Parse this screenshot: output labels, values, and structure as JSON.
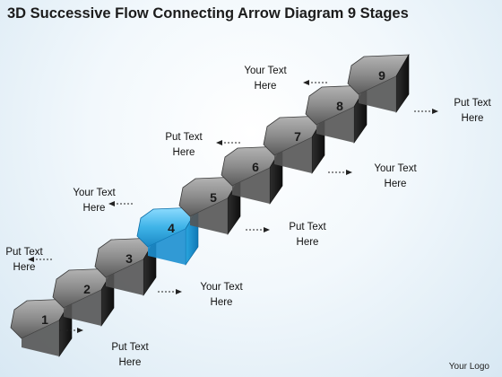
{
  "title": "3D Successive Flow Connecting Arrow Diagram 9 Stages",
  "logo": "Your Logo",
  "colors": {
    "stage_gray": "#8c8c8c",
    "highlight": "#3fb4e8",
    "arrow_line": "#222222"
  },
  "highlighted_stage": 4,
  "stages": [
    {
      "number": "1",
      "label_line1": "Put Text",
      "label_line2": "Here"
    },
    {
      "number": "2",
      "label_line1": "Put Text",
      "label_line2": "Here"
    },
    {
      "number": "3",
      "label_line1": "Your Text",
      "label_line2": "Here"
    },
    {
      "number": "4",
      "label_line1": "Your Text",
      "label_line2": "Here"
    },
    {
      "number": "5",
      "label_line1": "Put Text",
      "label_line2": "Here"
    },
    {
      "number": "6",
      "label_line1": "Put Text",
      "label_line2": "Here"
    },
    {
      "number": "7",
      "label_line1": "Your Text",
      "label_line2": "Here"
    },
    {
      "number": "8",
      "label_line1": "Your Text",
      "label_line2": "Here"
    },
    {
      "number": "9",
      "label_line1": "Put Text",
      "label_line2": "Here"
    }
  ]
}
